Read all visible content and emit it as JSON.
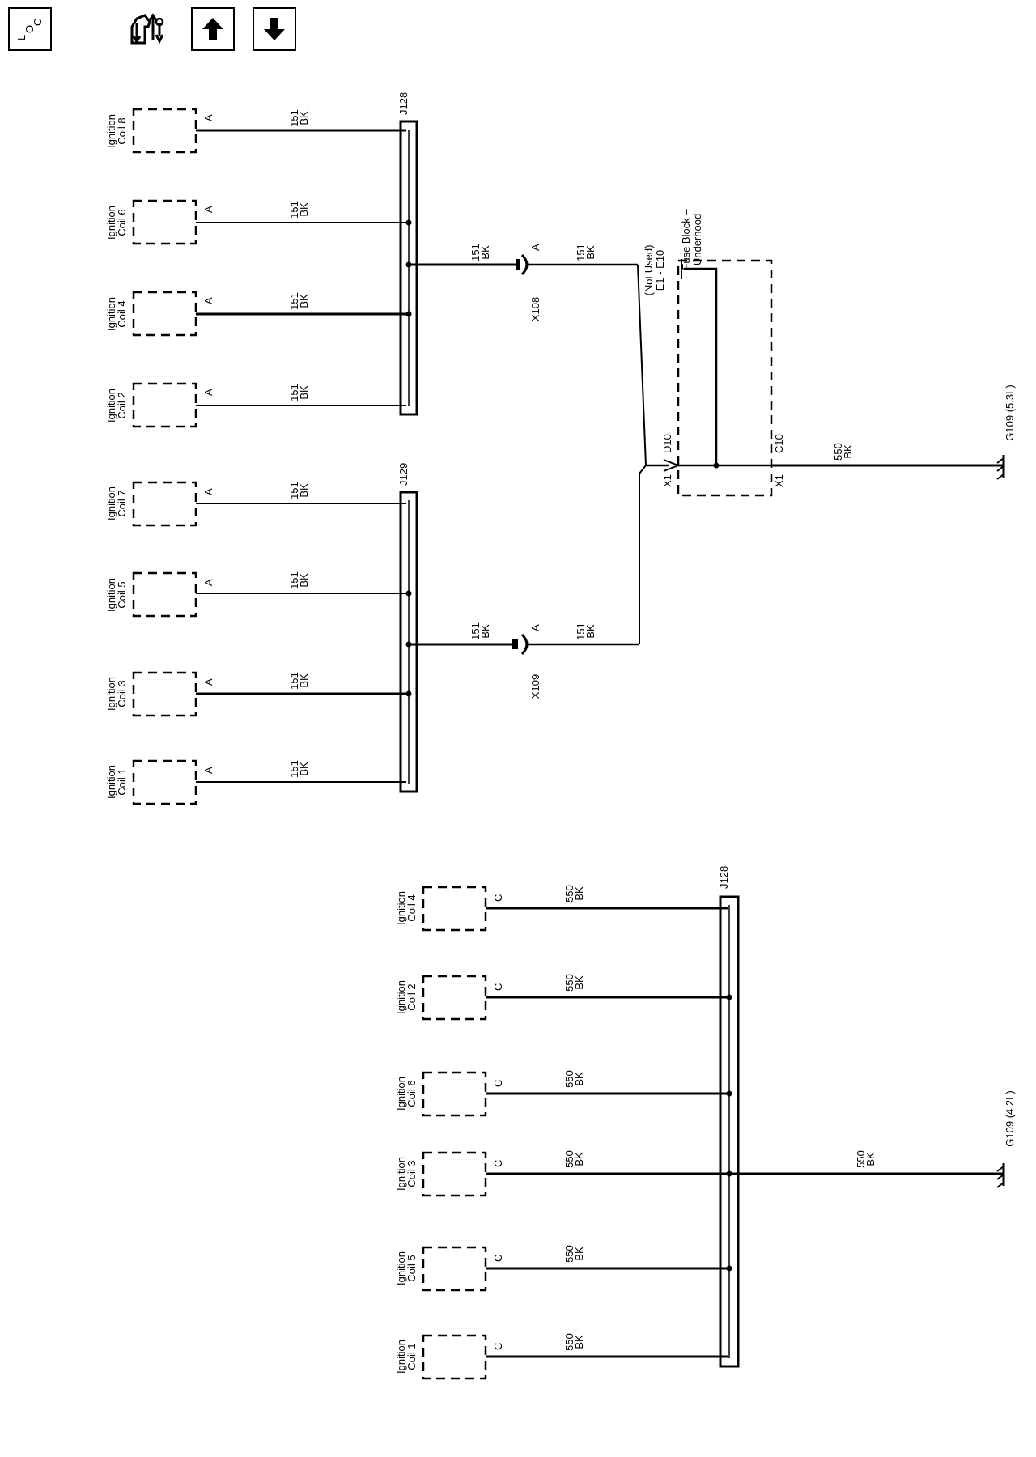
{
  "toolbar": {
    "buttons": [
      {
        "name": "loc-button",
        "icon": "location-icon",
        "glyph_top": "L",
        "glyph_mid": "O",
        "glyph_bot": "C"
      },
      {
        "name": "service-info-button",
        "icon": "vehicle-wrench-icon"
      },
      {
        "name": "previous-page-button",
        "icon": "arrow-up-icon"
      },
      {
        "name": "next-page-button",
        "icon": "arrow-down-icon"
      }
    ]
  },
  "diagram": {
    "colors": {
      "ink": "#000000",
      "background": "#ffffff"
    },
    "connector_pin_A": "A",
    "connector_pin_C": "C",
    "wire_151": {
      "circuit": "151",
      "color": "BK"
    },
    "wire_550": {
      "circuit": "550",
      "color": "BK"
    },
    "coil_label": "Ignition",
    "upper_coils": [
      "Coil 8",
      "Coil 6",
      "Coil 4",
      "Coil 2",
      "Coil 7",
      "Coil 5",
      "Coil 3",
      "Coil 1"
    ],
    "lower_coils": [
      "Coil 4",
      "Coil 2",
      "Coil 6",
      "Coil 3",
      "Coil 5",
      "Coil 1"
    ],
    "splices": {
      "j128": "J128",
      "j129": "J129",
      "j128_lower": "J128"
    },
    "inline_connectors": {
      "x108": "X108",
      "x109": "X109"
    },
    "fuse_block": {
      "title_line1": "Fuse Block –",
      "title_line2": "Underhood",
      "not_used_line1": "(Not Used)",
      "not_used_line2": "E1 - E10",
      "pin_d10": "D10",
      "pin_c10": "C10",
      "conn_x1_left": "X1",
      "conn_x1_right": "X1"
    },
    "grounds": {
      "g109_53": "G109 (5.3L)",
      "g109_42": "G109 (4.2L)"
    }
  }
}
